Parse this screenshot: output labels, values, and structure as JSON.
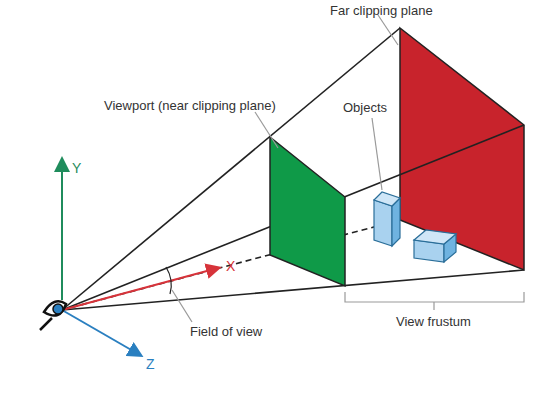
{
  "diagram": {
    "labels": [
      "Far clipping plane",
      "Viewport (near clipping plane)",
      "Objects",
      "Y",
      "X",
      "Z",
      "Field of view",
      "View frustum"
    ]
  }
}
